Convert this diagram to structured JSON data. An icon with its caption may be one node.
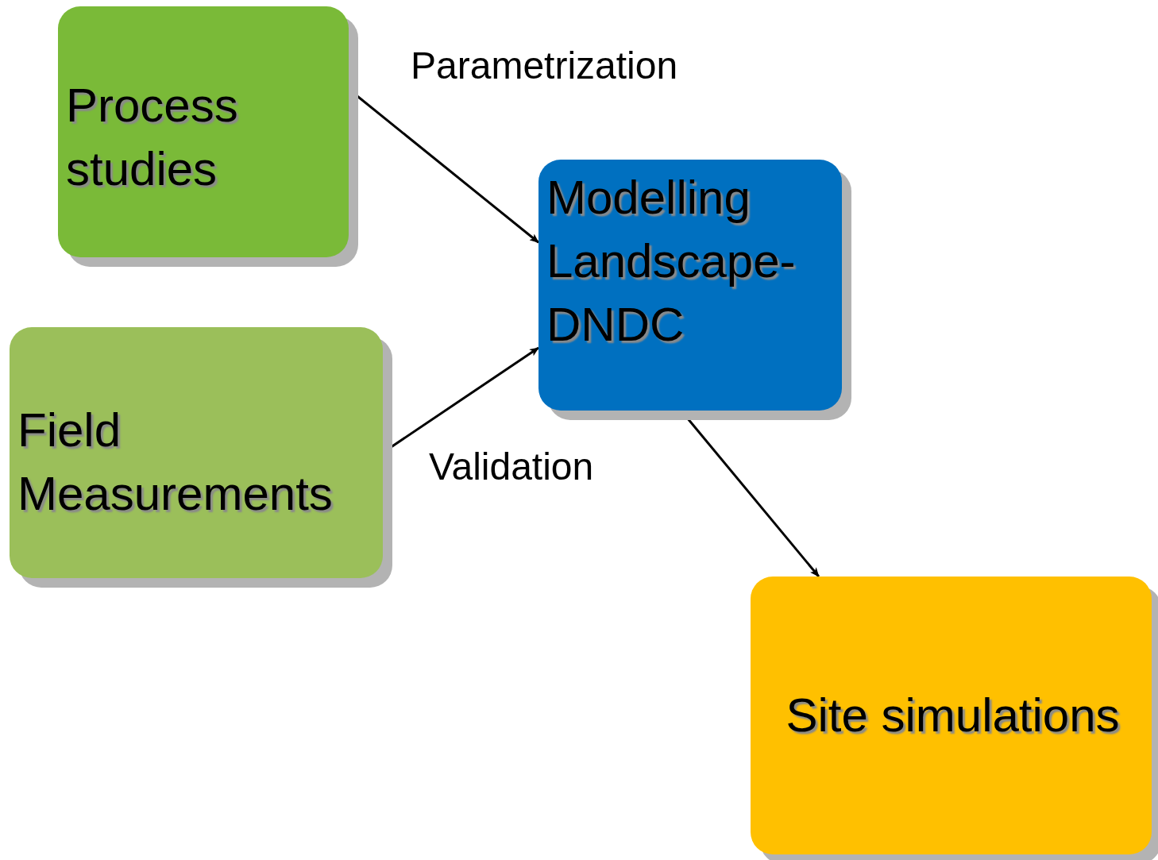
{
  "diagram": {
    "nodes": [
      {
        "text": [
          "Process studies"
        ]
      },
      {
        "text": [
          "Field Measurements"
        ]
      },
      {
        "text": [
          "Modelling Landscape-DNDC"
        ]
      },
      {
        "text": [
          "Site simulations"
        ]
      }
    ],
    "edges": [
      {
        "from": 0,
        "to": 2,
        "arrow": "to",
        "label": "Parametrization"
      },
      {
        "from": 1,
        "to": 2,
        "arrow": "to",
        "label": "Validation"
      },
      {
        "from": 2,
        "to": 3,
        "arrow": "to"
      }
    ]
  }
}
